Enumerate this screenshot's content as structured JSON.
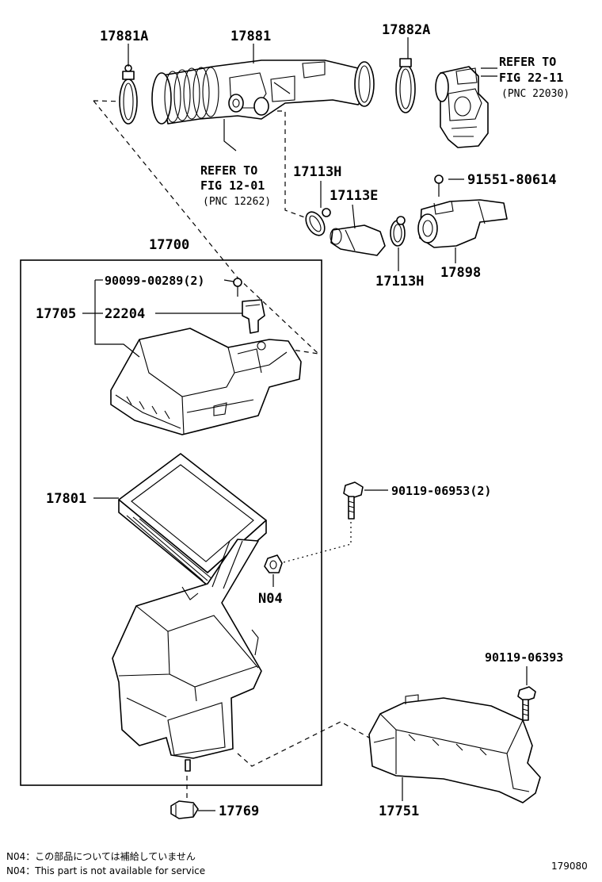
{
  "diagram_id": "179080",
  "callouts": {
    "c17881A": "17881A",
    "c17881": "17881",
    "c17882A": "17882A",
    "refer_22_11_a": "REFER TO",
    "refer_22_11_b": "FIG 22-11",
    "refer_22_11_c": "(PNC 22030)",
    "refer_12_01_a": "REFER TO",
    "refer_12_01_b": "FIG 12-01",
    "refer_12_01_c": "(PNC 12262)",
    "c17113H_top": "17113H",
    "c91551": "91551-80614",
    "c17113E": "17113E",
    "c17113H_bot": "17113H",
    "c17898": "17898",
    "c17700": "17700",
    "c90099": "90099-00289(2)",
    "c17705": "17705",
    "c22204": "22204",
    "c17801": "17801",
    "c90119_06953": "90119-06953(2)",
    "cN04": "N04",
    "c90119_06393": "90119-06393",
    "c17769": "17769",
    "c17751": "17751"
  },
  "notes": {
    "jp": "N04：この部品については補給していません",
    "en": "N04：This part is not available for service"
  }
}
